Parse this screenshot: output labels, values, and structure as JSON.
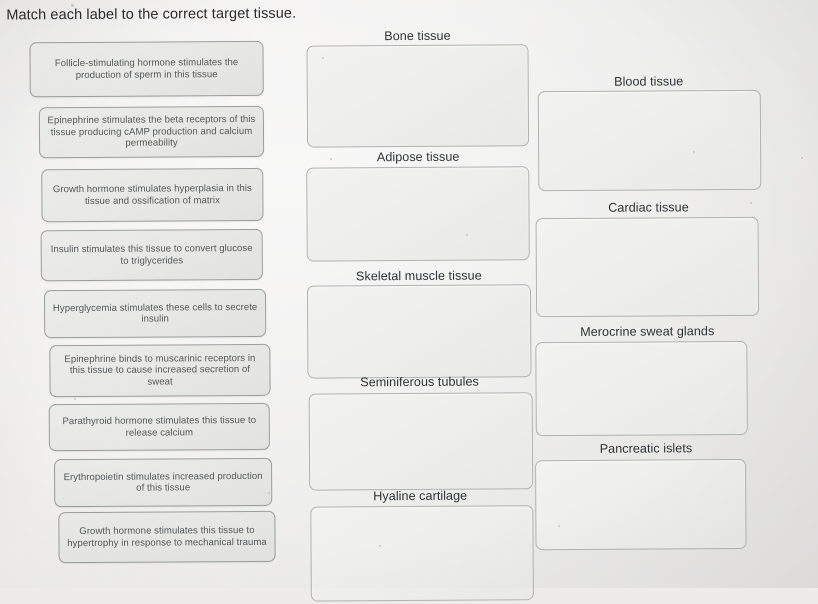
{
  "page": {
    "title": "Match each label to the correct target tissue.",
    "background_color": "#edeceb",
    "tile_border_color": "#9a9e9b",
    "zone_border_color": "#b0b3b2",
    "text_color": "#55585a",
    "caption_color": "#2f3234"
  },
  "labels": [
    {
      "id": "label-fsh-sperm",
      "text": "Follicle-stimulating hormone stimulates the production of sperm in this tissue"
    },
    {
      "id": "label-epi-beta-camp",
      "text": "Epinephrine stimulates the beta receptors of this tissue producing cAMP production and calcium permeability"
    },
    {
      "id": "label-gh-hyperplasia",
      "text": "Growth hormone stimulates hyperplasia in this tissue and ossification of matrix"
    },
    {
      "id": "label-insulin-triglyceride",
      "text": "Insulin stimulates this tissue to convert glucose to triglycerides"
    },
    {
      "id": "label-hyperglycemia-insulin",
      "text": "Hyperglycemia stimulates these cells to secrete insulin"
    },
    {
      "id": "label-epi-muscarinic-sweat",
      "text": "Epinephrine binds to muscarinic receptors in this tissue to cause increased secretion of sweat"
    },
    {
      "id": "label-pth-calcium",
      "text": "Parathyroid hormone stimulates this tissue to release calcium"
    },
    {
      "id": "label-epo-production",
      "text": "Erythropoietin stimulates increased production of this tissue"
    },
    {
      "id": "label-gh-hypertrophy",
      "text": "Growth hormone stimulates this tissue to hypertrophy in response to mechanical trauma"
    }
  ],
  "targets_middle": [
    {
      "id": "zone-bone",
      "caption": "Bone tissue",
      "contents": ""
    },
    {
      "id": "zone-adipose",
      "caption": "Adipose tissue",
      "contents": ""
    },
    {
      "id": "zone-skeletal-muscle",
      "caption": "Skeletal muscle tissue",
      "contents": ""
    },
    {
      "id": "zone-seminiferous",
      "caption": "Seminiferous tubules",
      "contents": ""
    },
    {
      "id": "zone-hyaline",
      "caption": "Hyaline cartilage",
      "contents": ""
    }
  ],
  "targets_right": [
    {
      "id": "zone-blood",
      "caption": "Blood tissue",
      "contents": ""
    },
    {
      "id": "zone-cardiac",
      "caption": "Cardiac tissue",
      "contents": ""
    },
    {
      "id": "zone-sweat",
      "caption": "Merocrine sweat glands",
      "contents": ""
    },
    {
      "id": "zone-pancreas",
      "caption": "Pancreatic islets",
      "contents": ""
    }
  ]
}
